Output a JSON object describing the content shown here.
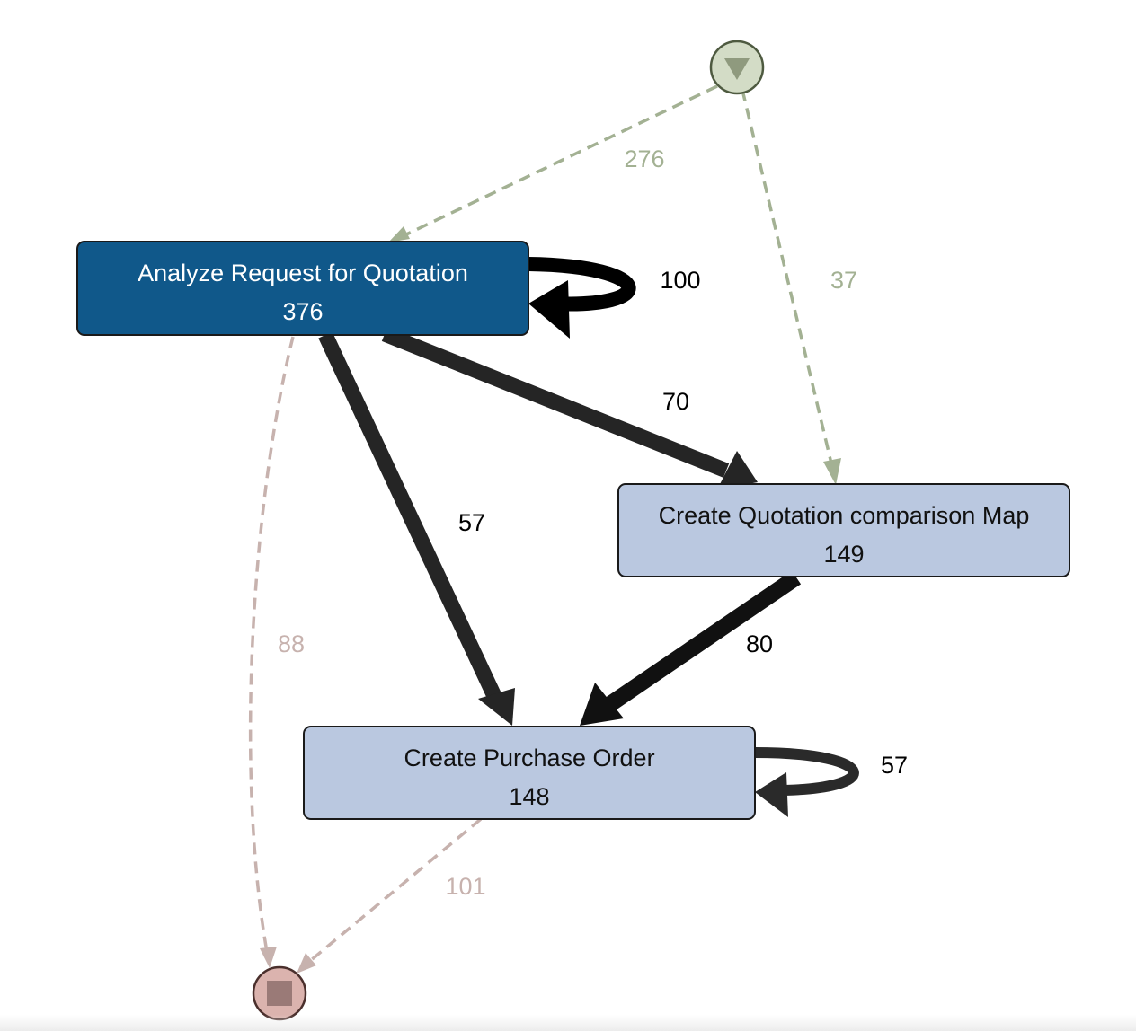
{
  "colors": {
    "start_fill": "#d3dcc6",
    "start_stroke": "#4e5a40",
    "start_glyph": "#8f9a7e",
    "start_edge": "#a3b193",
    "end_fill": "#dbb3ae",
    "end_stroke": "#4a2f2c",
    "end_glyph": "#9a7a77",
    "end_edge": "#c7b2ae",
    "dark_edge": "#252525",
    "primary_node_fill": "#10588a",
    "primary_node_text": "#ffffff",
    "secondary_node_fill": "#bac8e0",
    "secondary_node_text": "#111111",
    "node_stroke": "#1a1a1a"
  },
  "icons": {
    "start": "triangle-down-icon",
    "end": "square-stop-icon"
  },
  "nodes": {
    "analyze": {
      "label": "Analyze Request for Quotation",
      "count": "376"
    },
    "comparison": {
      "label": "Create Quotation comparison Map",
      "count": "149"
    },
    "purchase": {
      "label": "Create Purchase Order",
      "count": "148"
    }
  },
  "edges": {
    "start_to_analyze": "276",
    "start_to_comparison": "37",
    "analyze_self_loop": "100",
    "analyze_to_comparison": "70",
    "analyze_to_purchase": "57",
    "analyze_to_end": "88",
    "comparison_to_purchase": "80",
    "purchase_self_loop": "57",
    "purchase_to_end": "101"
  }
}
